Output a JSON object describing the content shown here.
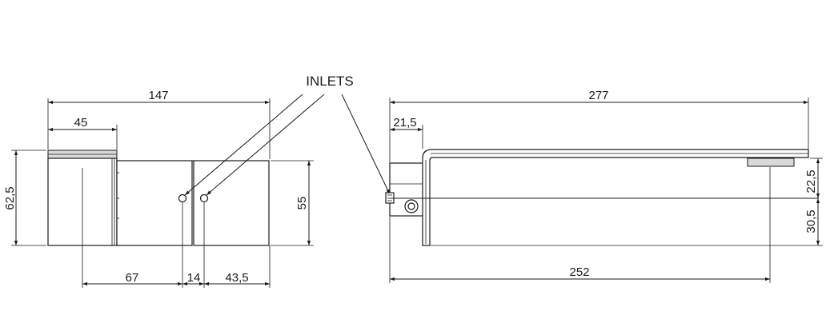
{
  "callout": {
    "inlets_label": "INLETS"
  },
  "front_view": {
    "width_total": "147",
    "spout_width": "45",
    "height_total": "62,5",
    "body_height": "55",
    "dist_left": "67",
    "dist_inlets": "14",
    "dist_right": "43,5"
  },
  "side_view": {
    "length_total": "277",
    "wall_offset": "21,5",
    "length_outlet": "252",
    "height_upper": "22,5",
    "height_lower": "30,5"
  }
}
